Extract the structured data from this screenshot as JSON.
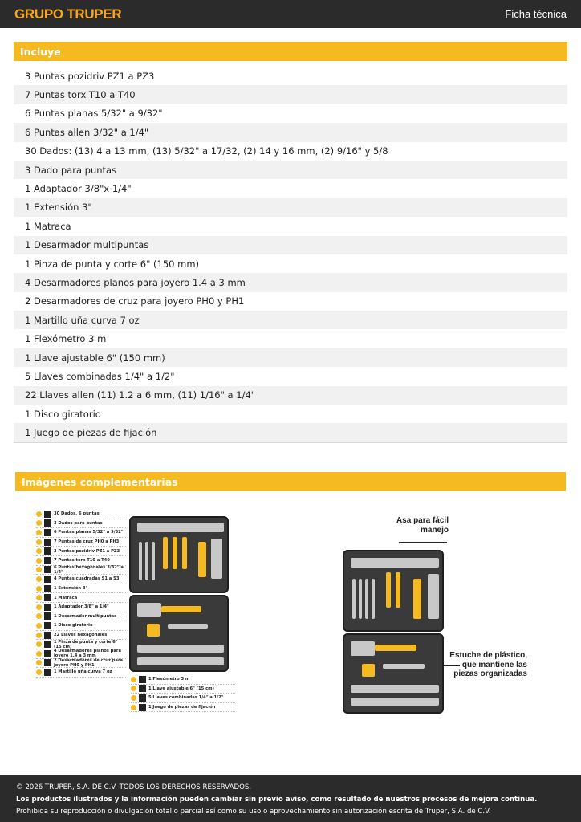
{
  "header": {
    "brand": "GRUPO TRUPER",
    "doc_type": "Ficha técnica"
  },
  "includes": {
    "title": "Incluye",
    "items": [
      "3 Puntas pozidriv PZ1 a PZ3",
      "7 Puntas torx T10 a T40",
      "6 Puntas planas 5/32\" a 9/32\"",
      "6 Puntas allen 3/32\" a 1/4\"",
      "30 Dados: (13) 4 a 13 mm, (13) 5/32\" a 17/32, (2) 14 y 16 mm, (2) 9/16\" y 5/8",
      "3 Dado para puntas",
      "1 Adaptador 3/8\"x 1/4\"",
      "1 Extensión 3\"",
      "1 Matraca",
      "1 Desarmador multipuntas",
      "1 Pinza de punta y corte 6\" (150 mm)",
      "4 Desarmadores planos para joyero 1.4 a 3 mm",
      "2 Desarmadores de cruz para joyero PH0 y PH1",
      "1 Martillo uña curva 7 oz",
      "1 Flexómetro 3 m",
      "1 Llave ajustable 6\" (150 mm)",
      "5 Llaves combinadas 1/4\" a 1/2\"",
      "22 Llaves allen (11) 1.2 a 6 mm, (11) 1/16\" a 1/4\"",
      "1 Disco giratorio",
      "1 Juego de piezas de fijación"
    ]
  },
  "images": {
    "title": "Imágenes complementarias",
    "left_labels": [
      "30 Dados, 6 puntas",
      "3 Dados para puntas",
      "6 Puntas planas 5/32\" a 9/32\"",
      "7 Puntas de cruz PH0 a PH3",
      "3 Puntas pozidriv PZ1 a PZ3",
      "7 Puntas torx T10 a T40",
      "6 Puntas hexagonales 3/32\" a 1/4\"",
      "4 Puntas cuadradas S1 a S3",
      "1 Extensión 3\"",
      "1 Matraca",
      "1 Adaptador 3/8\" a 1/4\"",
      "1 Desarmador multipuntas",
      "1 Disco giratorio",
      "22 Llaves hexagonales",
      "1 Pinza de punta y corte 6\" (15 cm)",
      "4 Desarmadores planos para joyero 1.4 a 3 mm",
      "2 Desarmadores de cruz para joyero PH0 y PH1",
      "1 Martillo uña curva 7 oz"
    ],
    "right_labels": [
      "1 Flexómetro 3 m",
      "1 Llave ajustable 6\" (15 cm)",
      "5 Llaves combinadas 1/4\" a 1/2\"",
      "1 Juego de piezas de fijación"
    ],
    "callout_handle": "Asa para fácil manejo",
    "callout_case": "Estuche de plástico, que mantiene las piezas organizadas"
  },
  "footer": {
    "copyright": "© 2026 TRUPER, S.A. DE C.V. TODOS LOS DERECHOS RESERVADOS.",
    "notice": "Los productos ilustrados y la información pueden cambiar sin previo aviso, como resultado de nuestros procesos de mejora continua.",
    "prohibition": "Prohibida su reproducción o divulgación total o parcial así como su uso o aprovechamiento sin autorización escrita de Truper, S.A. de C.V."
  },
  "colors": {
    "accent": "#f5b922",
    "dark": "#2b2b2b",
    "row_alt": "#f1f1f1"
  }
}
